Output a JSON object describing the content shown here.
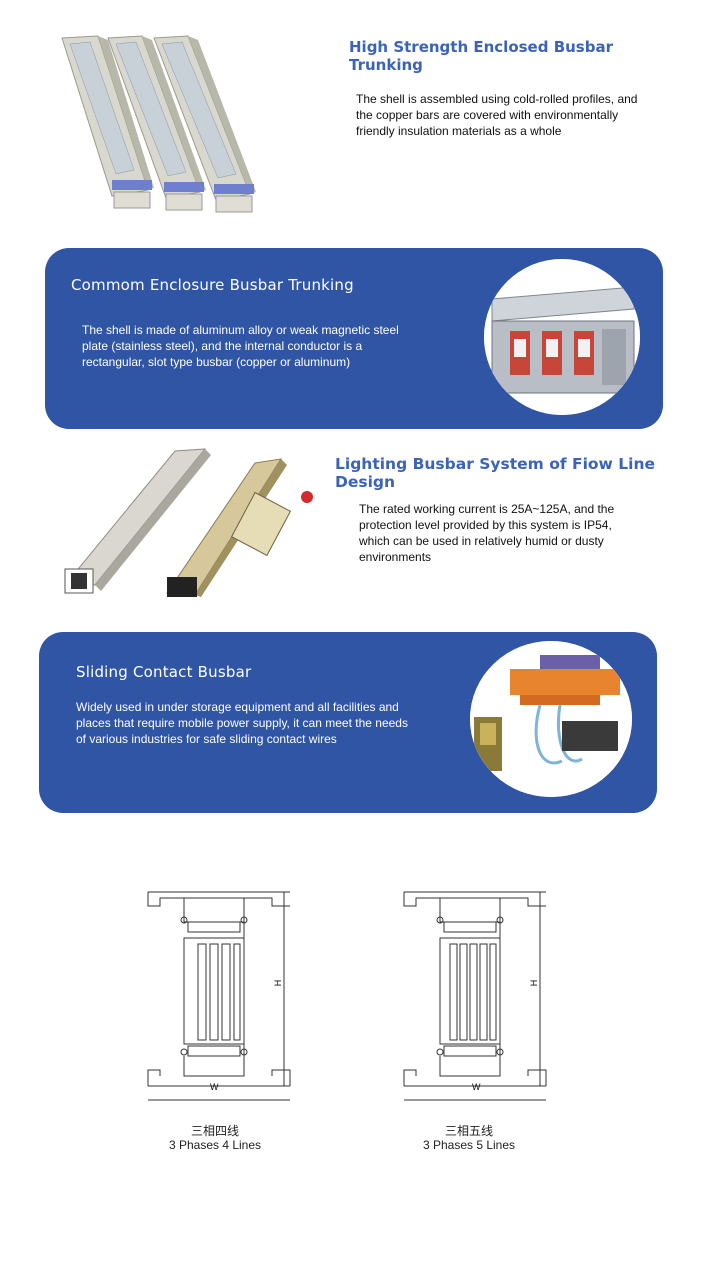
{
  "section1": {
    "title": "High Strength Enclosed Busbar Trunking",
    "body": "The shell is assembled using cold-rolled profiles, and the copper bars are covered with environmentally friendly insulation materials as a whole"
  },
  "section2": {
    "title": "Commom Enclosure Busbar Trunking",
    "body": "The shell is made of aluminum alloy or weak magnetic steel plate (stainless steel), and the internal conductor is a rectangular, slot type busbar (copper or aluminum)"
  },
  "section3": {
    "title": "Lighting Busbar System of Fiow Line Design",
    "body": "The rated working current is 25A~125A, and the protection level provided by this system is IP54, which can be used in relatively humid or dusty environments"
  },
  "section4": {
    "title": "Sliding Contact Busbar",
    "body": "Widely used in under storage equipment and all facilities and places that require mobile power supply, it can meet the needs of various industries for safe sliding contact wires"
  },
  "diagrams": [
    {
      "cn": "三相四线",
      "en": "3 Phases 4 Lines",
      "w_label": "W",
      "h_label": "H"
    },
    {
      "cn": "三相五线",
      "en": "3 Phases 5 Lines",
      "w_label": "W",
      "h_label": "H"
    }
  ],
  "colors": {
    "accent": "#3b63b8",
    "panel": "#2f55a4"
  }
}
